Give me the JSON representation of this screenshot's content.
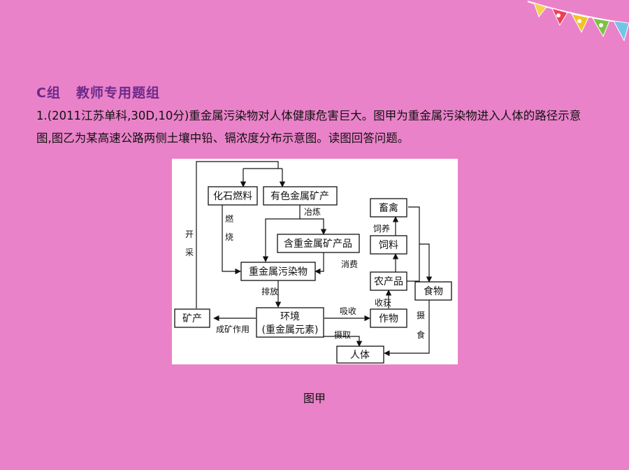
{
  "header": {
    "group_label": "C组",
    "group_title": "教师专用题组"
  },
  "question": {
    "text": "1.(2011江苏单科,30D,10分)重金属污染物对人体健康危害巨大。图甲为重金属污染物进入人体的路径示意图,图乙为某高速公路两侧土壤中铅、镉浓度分布示意图。读图回答问题。"
  },
  "diagram": {
    "nodes": {
      "fossil_fuel": "化石燃料",
      "nonferrous_ore": "有色金属矿产",
      "hm_products": "含重金属矿产品",
      "hm_pollutant": "重金属污染物",
      "ore": "矿产",
      "environment_line1": "环境",
      "environment_line2": "(重金属元素)",
      "crops": "作物",
      "agri_products": "农产品",
      "feed": "饲料",
      "livestock": "畜禽",
      "food": "食物",
      "human": "人体"
    },
    "edge_labels": {
      "smelting": "冶炼",
      "combustion_1": "燃",
      "combustion_2": "烧",
      "consumption": "消费",
      "discharge": "排放",
      "mining_1": "开",
      "mining_2": "采",
      "ore_forming": "成矿作用",
      "absorption": "吸收",
      "intake": "摄取",
      "harvest": "收获",
      "feeding": "饲养",
      "ingest_1": "摄",
      "ingest_2": "食"
    }
  },
  "caption": "图甲",
  "colors": {
    "background": "#ea82c9",
    "heading": "#6b2a8a",
    "panel": "#ffffff"
  },
  "decor": {
    "bunting": "flag-bunting-icon"
  }
}
